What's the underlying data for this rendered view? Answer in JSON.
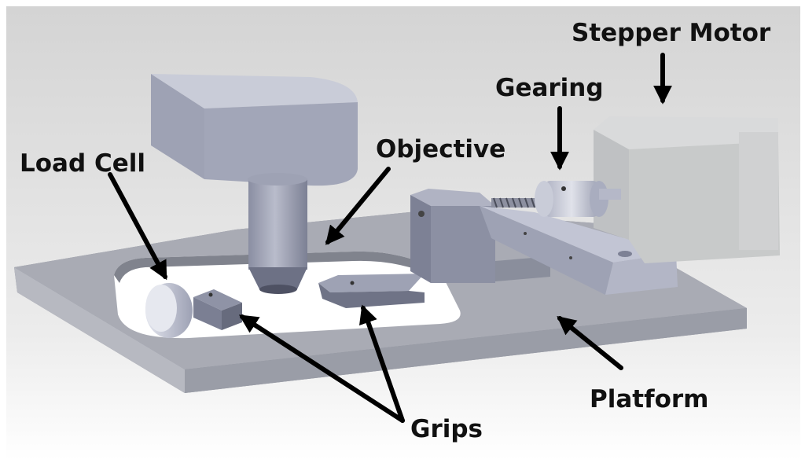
{
  "labels": {
    "stepper_motor": "Stepper Motor",
    "gearing": "Gearing",
    "objective": "Objective",
    "load_cell": "Load Cell",
    "platform": "Platform",
    "grips": "Grips"
  },
  "colors": {
    "background_top": "#d6d6d6",
    "background_bottom": "#ffffff",
    "plate_top": "#a9abb4",
    "plate_side": "#8c8f99",
    "part_light": "#c9ccd8",
    "part_mid": "#9ea2b4",
    "part_dark": "#7b7f93",
    "motor_face": "#bfc1c3",
    "motor_side": "#d9dadb",
    "arrow": "#000000"
  }
}
